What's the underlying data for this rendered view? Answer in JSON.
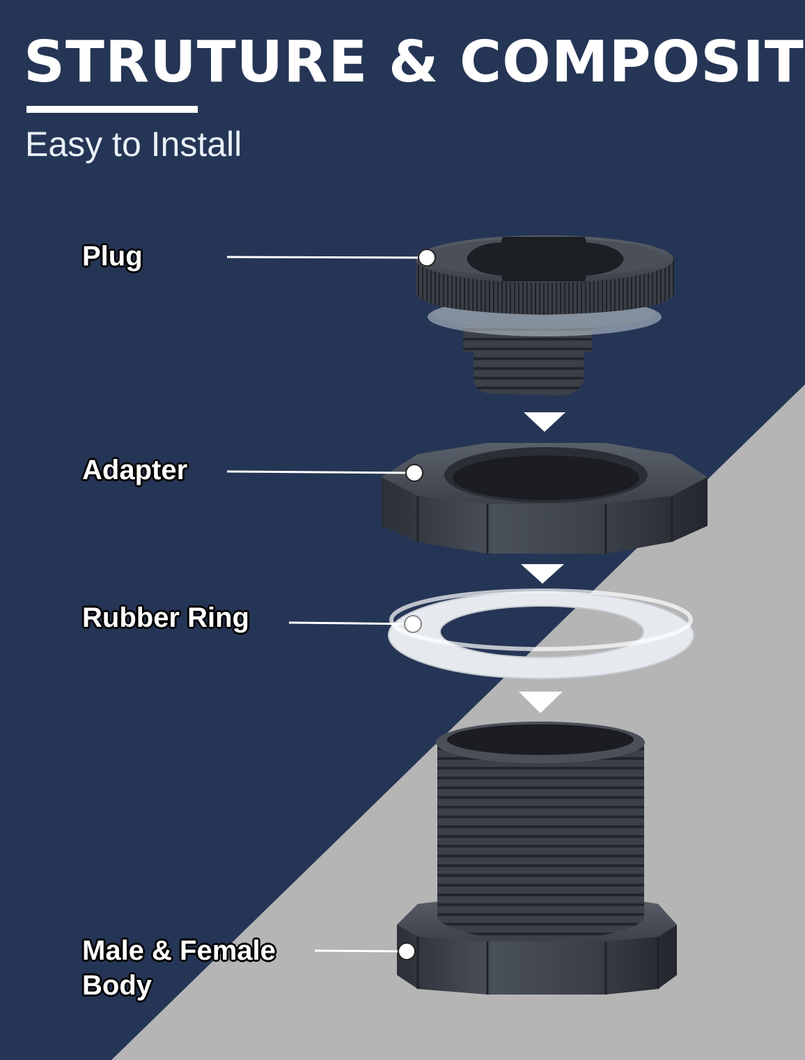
{
  "header": {
    "title": "STRUTURE & COMPOSITION",
    "subtitle": "Easy to Install"
  },
  "parts": [
    {
      "label": "Plug",
      "icon": "plug-cap-icon"
    },
    {
      "label": "Adapter",
      "icon": "octagonal-nut-icon"
    },
    {
      "label": "Rubber Ring",
      "icon": "rubber-ring-icon"
    },
    {
      "label": "Male & Female\nBody",
      "icon": "threaded-body-icon"
    }
  ],
  "colors": {
    "navy": "#253555",
    "grey": "#b5b5b5",
    "part_dark": "#3a3f48",
    "ring": "#eef1f4",
    "white": "#ffffff"
  }
}
